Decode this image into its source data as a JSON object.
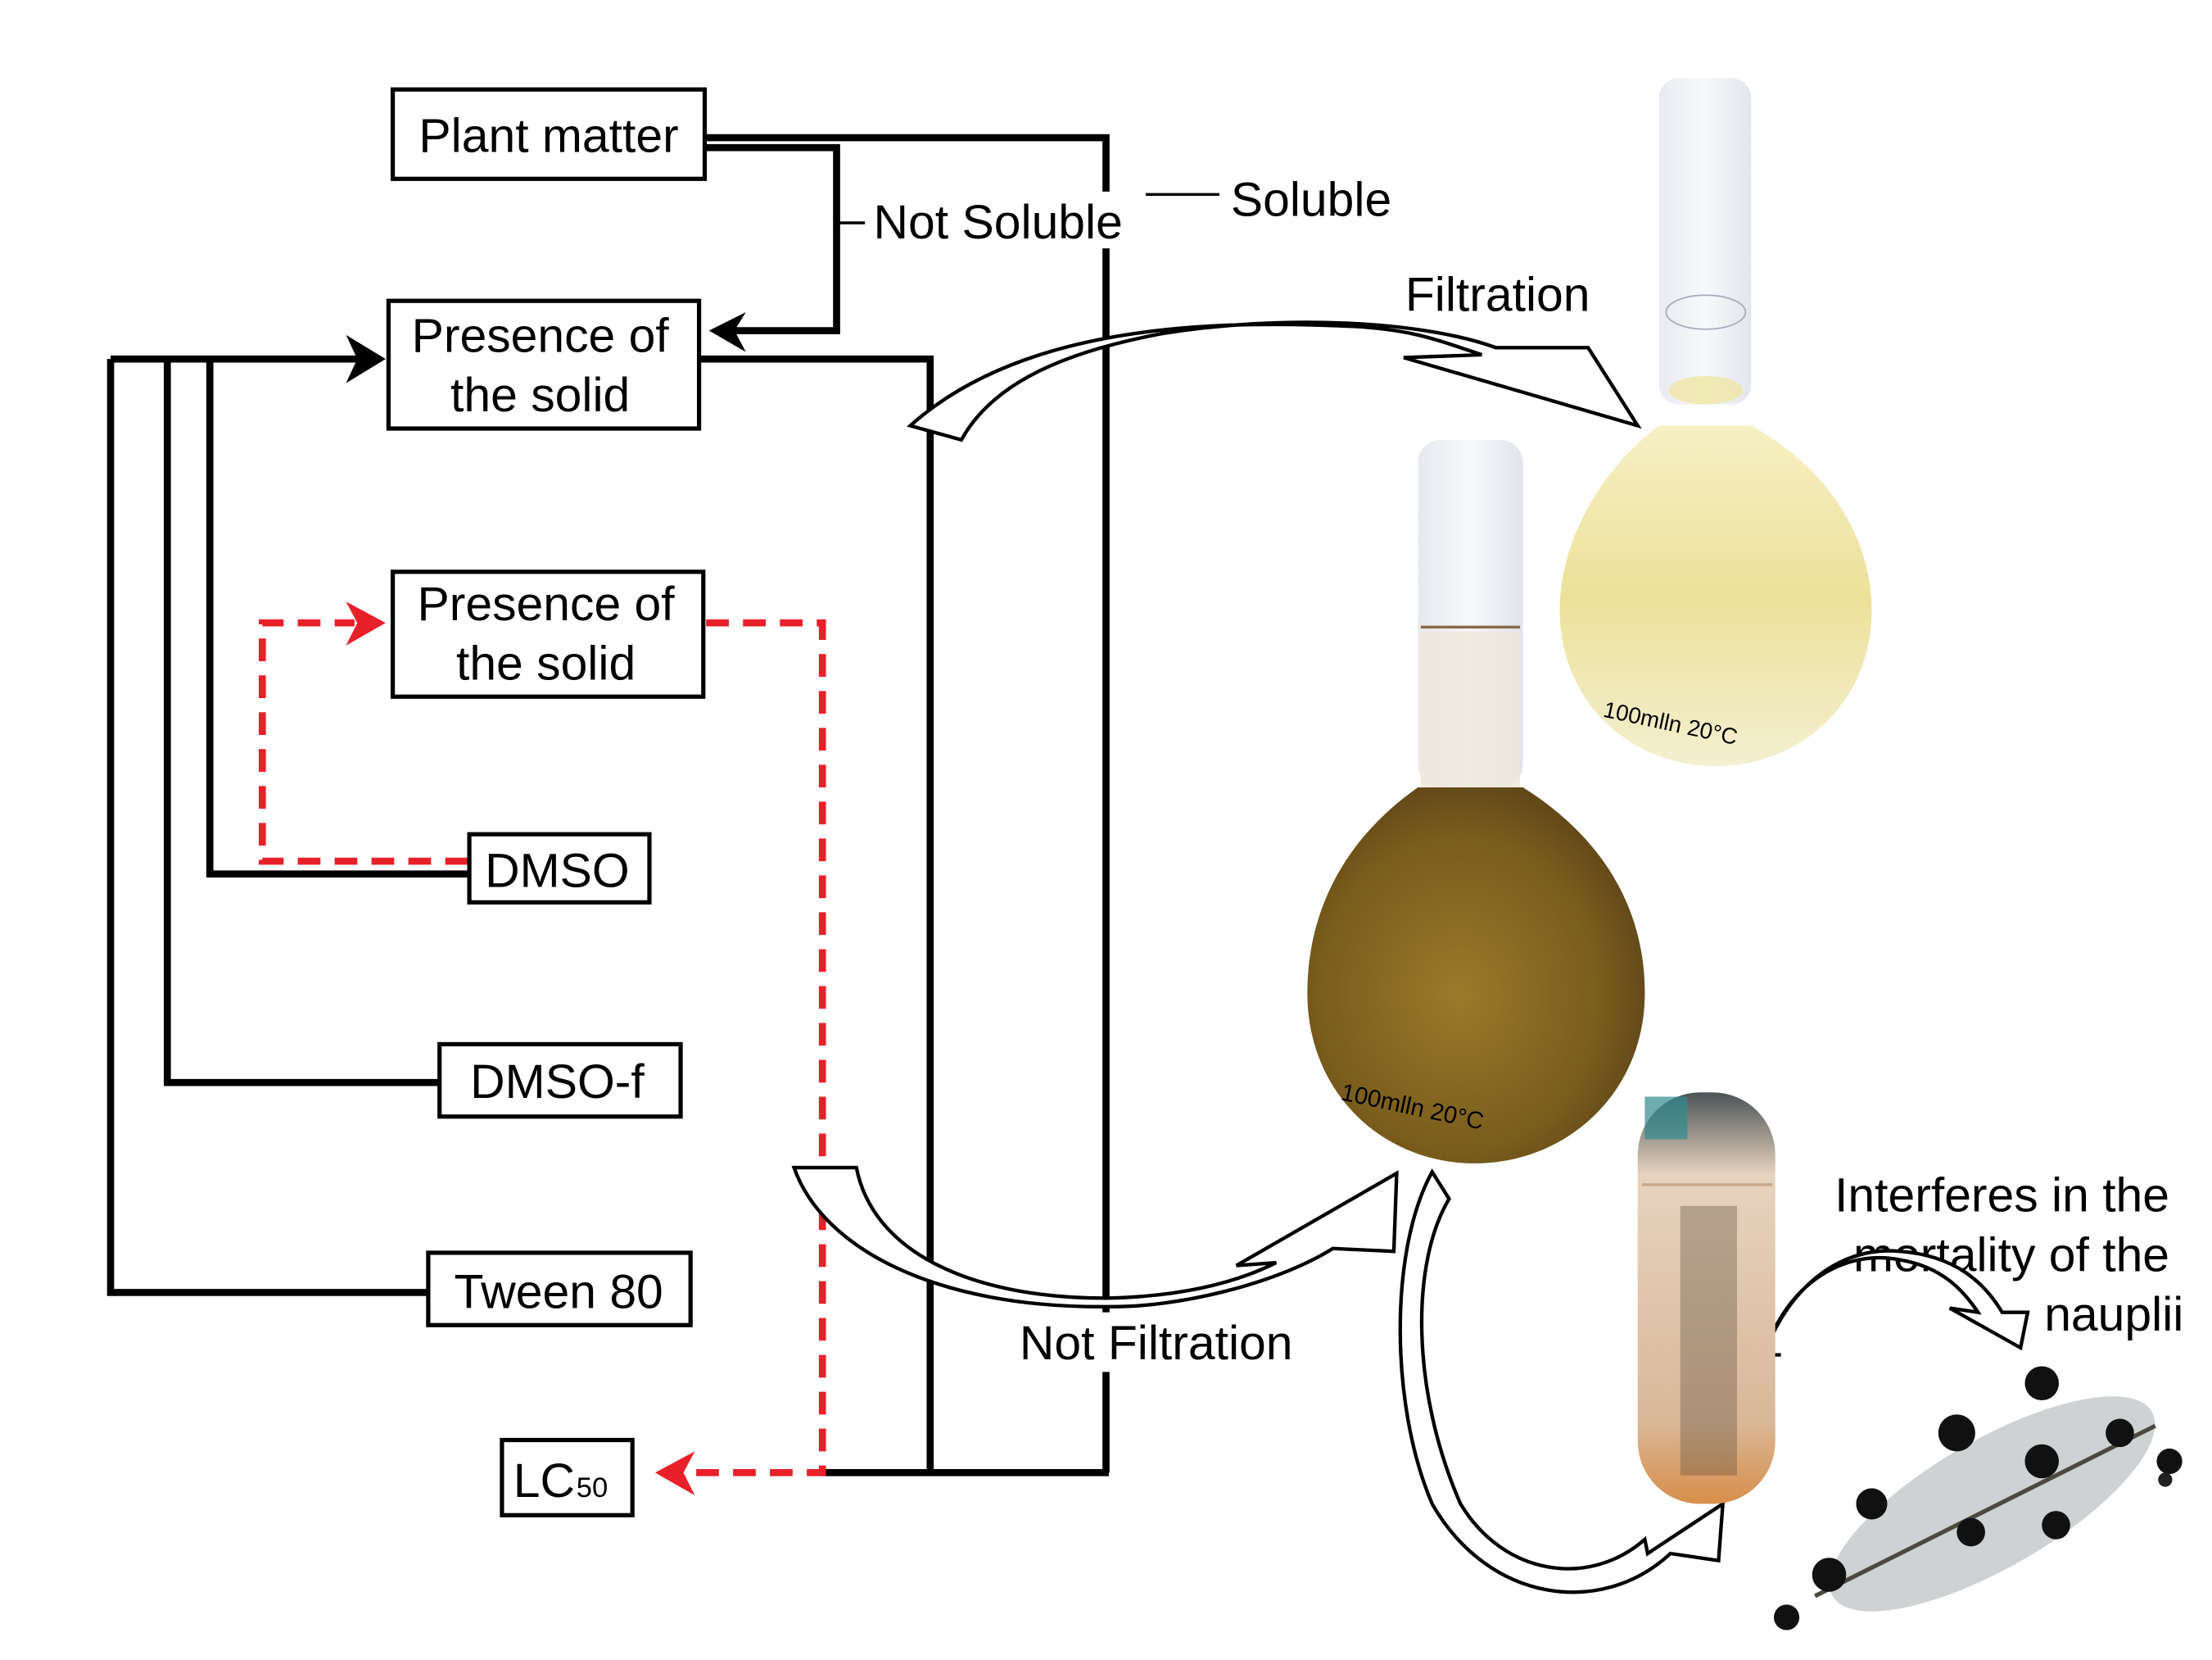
{
  "boxes": {
    "plant_matter": "Plant matter",
    "presence_solid_1": [
      "Presence of",
      "the solid"
    ],
    "presence_solid_2": [
      "Presence of",
      "the solid"
    ],
    "dmso": "DMSO",
    "dmso_f": "DMSO-f",
    "tween": "Tween 80",
    "lc50": {
      "main": "LC",
      "subscript": "50"
    }
  },
  "labels": {
    "not_soluble": "Not Soluble",
    "soluble": "Soluble",
    "filtration": "Filtration",
    "not_filtration": "Not Filtration",
    "interferes": [
      "Interferes in the",
      "mortality of the",
      "nauplii"
    ]
  },
  "flask_labels": {
    "flask_filtered": "100mlln 20°C",
    "flask_unfiltered": "100mlln 20°C"
  },
  "colors": {
    "line": "#000000",
    "dashed": "#e8202a",
    "filtered_liquid": "#efe6a4",
    "unfiltered_liquid": "#8a6a1f",
    "tube_liquid": "#e9c9a8"
  }
}
